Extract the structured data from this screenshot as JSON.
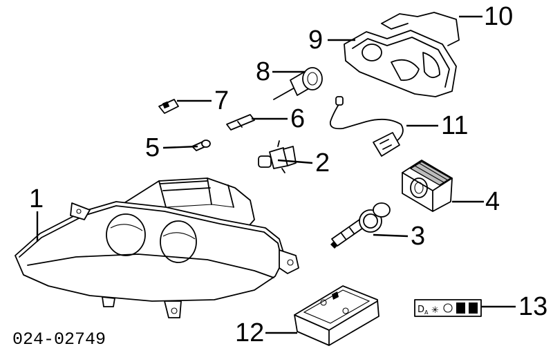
{
  "diagram_id": "024-02749",
  "callouts": [
    {
      "id": "1",
      "label": "1"
    },
    {
      "id": "2",
      "label": "2"
    },
    {
      "id": "3",
      "label": "3"
    },
    {
      "id": "4",
      "label": "4"
    },
    {
      "id": "5",
      "label": "5"
    },
    {
      "id": "6",
      "label": "6"
    },
    {
      "id": "7",
      "label": "7"
    },
    {
      "id": "8",
      "label": "8"
    },
    {
      "id": "9",
      "label": "9"
    },
    {
      "id": "10",
      "label": "10"
    },
    {
      "id": "11",
      "label": "11"
    },
    {
      "id": "12",
      "label": "12"
    },
    {
      "id": "13",
      "label": "13"
    }
  ],
  "label_plate": {
    "prefix": "D",
    "sub": "A",
    "star": "✳"
  }
}
